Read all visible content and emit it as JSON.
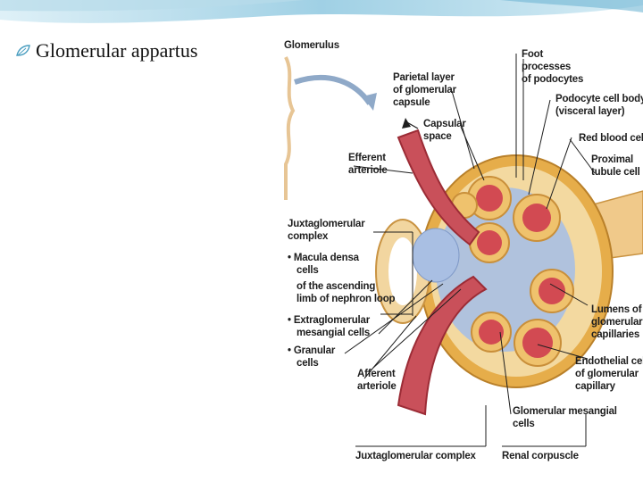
{
  "slide": {
    "bullet_text": "Glomerular appartus",
    "bullet_icon": "leaf-bullet-icon"
  },
  "figure": {
    "labels": {
      "glomerulus": "Glomerulus",
      "parietal": [
        "Parietal layer",
        "of glomerular",
        "capsule"
      ],
      "capsular": [
        "Capsular",
        "space"
      ],
      "efferent": [
        "Efferent",
        "arteriole"
      ],
      "jg_complex": [
        "Juxtaglomerular",
        "complex"
      ],
      "macula": [
        "• Macula densa",
        "cells",
        "of the ascending",
        "limb of nephron loop"
      ],
      "extraglom": [
        "• Extraglomerular",
        "mesangial cells"
      ],
      "granular": [
        "• Granular",
        "cells"
      ],
      "afferent": [
        "Afferent",
        "arteriole"
      ],
      "foot": [
        "Foot",
        "processes",
        "of podocytes"
      ],
      "podocyte": [
        "Podocyte cell body",
        "(visceral layer)"
      ],
      "rbc": "Red blood cell",
      "proximal": [
        "Proximal",
        "tubule cell"
      ],
      "lumens": [
        "Lumens of",
        "glomerular",
        "capillaries"
      ],
      "endothelial": [
        "Endothelial cell",
        "of glomerular",
        "capillary"
      ],
      "gmc": [
        "Glomerular mesangial",
        "cells"
      ],
      "bottom_jg": "Juxtaglomerular complex",
      "renal_corpuscle": "Renal corpuscle"
    },
    "colors": {
      "arteriole": "#c9505a",
      "arteriole_dark": "#9c2c36",
      "capsule": "#e6ad4a",
      "capillary": "#d24a52",
      "podocyte": "#efc26d",
      "tubule": "#f0c98a",
      "mesangial": "#a9bfe3"
    }
  }
}
